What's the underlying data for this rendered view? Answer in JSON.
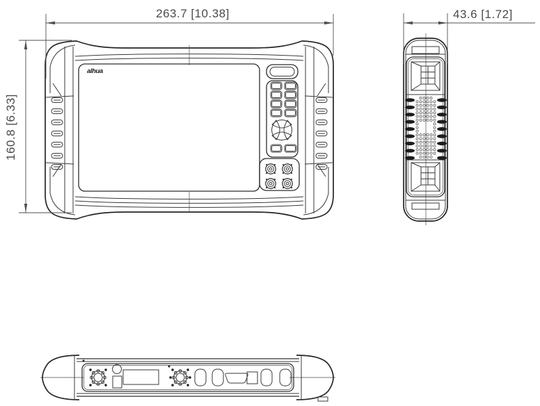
{
  "dimensions": {
    "overall_width": "263.7 [10.38]",
    "overall_depth": "43.6 [1.72]",
    "overall_height": "160.8 [6.33]"
  },
  "views": {
    "front": {
      "logo": "alhua"
    },
    "side": {},
    "bottom": {}
  },
  "icons": {
    "screen": "large blank LCD panel",
    "keypad": "4x2 rounded key grid",
    "d-pad": "four-arrow navigation pad",
    "bnc-connectors": "2x2 round BNC jacks",
    "speaker-grille": "dot matrix holes",
    "grip-ribs": "rubber bumper ribs",
    "aviation-connector": "round multi-pin socket",
    "hdmi-port": "trapezoid connector",
    "usb-ports": "rounded rectangular sockets"
  }
}
